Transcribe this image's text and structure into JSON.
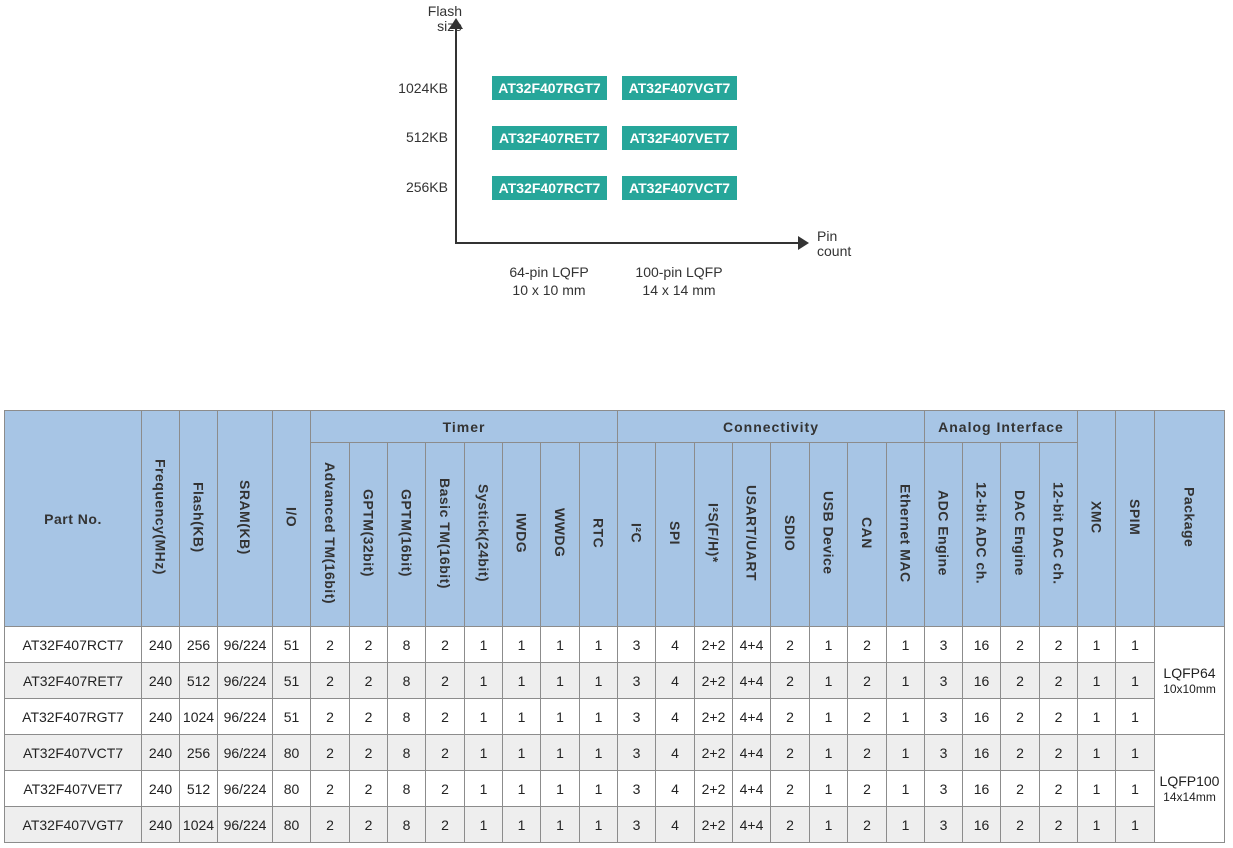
{
  "diagram": {
    "y_axis_title_line1": "Flash",
    "y_axis_title_line2": "size",
    "x_axis_title_line1": "Pin",
    "x_axis_title_line2": "count",
    "flash_levels": [
      "1024KB",
      "512KB",
      "256KB"
    ],
    "packages": [
      {
        "line1": "64-pin LQFP",
        "line2": "10 x 10 mm"
      },
      {
        "line1": "100-pin LQFP",
        "line2": "14 x 14 mm"
      }
    ],
    "chips": {
      "r1c1": "AT32F407RGT7",
      "r1c2": "AT32F407VGT7",
      "r2c1": "AT32F407RET7",
      "r2c2": "AT32F407VET7",
      "r3c1": "AT32F407RCT7",
      "r3c2": "AT32F407VCT7"
    },
    "chip_color": "#26a69a"
  },
  "table": {
    "header_color": "#a7c5e5",
    "groups": {
      "timer": "Timer",
      "connectivity": "Connectivity",
      "analog": "Analog Interface"
    },
    "headers": {
      "part_no": "Part No.",
      "frequency": "Frequency(MHz)",
      "flash": "Flash(KB)",
      "sram": "SRAM(KB)",
      "io": "I/O",
      "adv_tm": "Advanced TM(16bit)",
      "gptm32": "GPTM(32bit)",
      "gptm16": "GPTM(16bit)",
      "basic_tm": "Basic TM(16bit)",
      "systick": "Systick(24bit)",
      "iwdg": "IWDG",
      "wwdg": "WWDG",
      "rtc": "RTC",
      "i2c": "I²C",
      "spi": "SPI",
      "i2s": "I²S(F/H)*",
      "usart": "USART/UART",
      "sdio": "SDIO",
      "usb": "USB Device",
      "can": "CAN",
      "eth": "Ethernet MAC",
      "adc_engine": "ADC Engine",
      "adc_ch": "12-bit ADC ch.",
      "dac_engine": "DAC Engine",
      "dac_ch": "12-bit DAC ch.",
      "xmc": "XMC",
      "spim": "SPIM",
      "package": "Package"
    },
    "rows": [
      [
        "AT32F407RCT7",
        "240",
        "256",
        "96/224",
        "51",
        "2",
        "2",
        "8",
        "2",
        "1",
        "1",
        "1",
        "1",
        "3",
        "4",
        "2+2",
        "4+4",
        "2",
        "1",
        "2",
        "1",
        "3",
        "16",
        "2",
        "2",
        "1",
        "1"
      ],
      [
        "AT32F407RET7",
        "240",
        "512",
        "96/224",
        "51",
        "2",
        "2",
        "8",
        "2",
        "1",
        "1",
        "1",
        "1",
        "3",
        "4",
        "2+2",
        "4+4",
        "2",
        "1",
        "2",
        "1",
        "3",
        "16",
        "2",
        "2",
        "1",
        "1"
      ],
      [
        "AT32F407RGT7",
        "240",
        "1024",
        "96/224",
        "51",
        "2",
        "2",
        "8",
        "2",
        "1",
        "1",
        "1",
        "1",
        "3",
        "4",
        "2+2",
        "4+4",
        "2",
        "1",
        "2",
        "1",
        "3",
        "16",
        "2",
        "2",
        "1",
        "1"
      ],
      [
        "AT32F407VCT7",
        "240",
        "256",
        "96/224",
        "80",
        "2",
        "2",
        "8",
        "2",
        "1",
        "1",
        "1",
        "1",
        "3",
        "4",
        "2+2",
        "4+4",
        "2",
        "1",
        "2",
        "1",
        "3",
        "16",
        "2",
        "2",
        "1",
        "1"
      ],
      [
        "AT32F407VET7",
        "240",
        "512",
        "96/224",
        "80",
        "2",
        "2",
        "8",
        "2",
        "1",
        "1",
        "1",
        "1",
        "3",
        "4",
        "2+2",
        "4+4",
        "2",
        "1",
        "2",
        "1",
        "3",
        "16",
        "2",
        "2",
        "1",
        "1"
      ],
      [
        "AT32F407VGT7",
        "240",
        "1024",
        "96/224",
        "80",
        "2",
        "2",
        "8",
        "2",
        "1",
        "1",
        "1",
        "1",
        "3",
        "4",
        "2+2",
        "4+4",
        "2",
        "1",
        "2",
        "1",
        "3",
        "16",
        "2",
        "2",
        "1",
        "1"
      ]
    ],
    "packages": [
      {
        "line1": "LQFP64",
        "line2": "10x10mm"
      },
      {
        "line1": "LQFP100",
        "line2": "14x14mm"
      }
    ]
  }
}
